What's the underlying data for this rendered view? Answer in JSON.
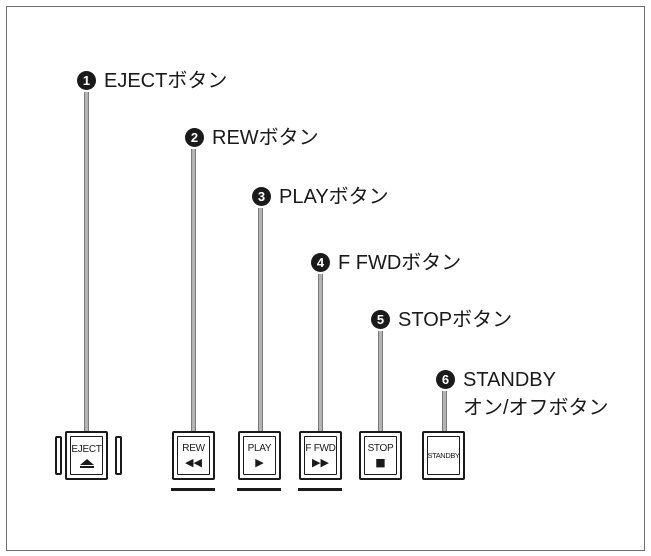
{
  "callouts": [
    {
      "num": "1",
      "label": "EJECTボタン"
    },
    {
      "num": "2",
      "label": "REWボタン"
    },
    {
      "num": "3",
      "label": "PLAYボタン"
    },
    {
      "num": "4",
      "label": "F FWDボタン"
    },
    {
      "num": "5",
      "label": "STOPボタン"
    },
    {
      "num": "6",
      "label": "STANDBY\nオン/オフボタン"
    }
  ],
  "keys": [
    {
      "label": "EJECT",
      "symbol": "eject-symbol"
    },
    {
      "label": "REW",
      "symbol": "◀◀"
    },
    {
      "label": "PLAY",
      "symbol": "▶"
    },
    {
      "label": "F FWD",
      "symbol": "▶▶"
    },
    {
      "label": "STOP",
      "symbol": "■"
    },
    {
      "label": "STANDBY",
      "symbol": ""
    }
  ],
  "colors": {
    "leader_line": "#b4b4b4",
    "text": "#1a1a1a",
    "frame": "#6e6e6e"
  }
}
